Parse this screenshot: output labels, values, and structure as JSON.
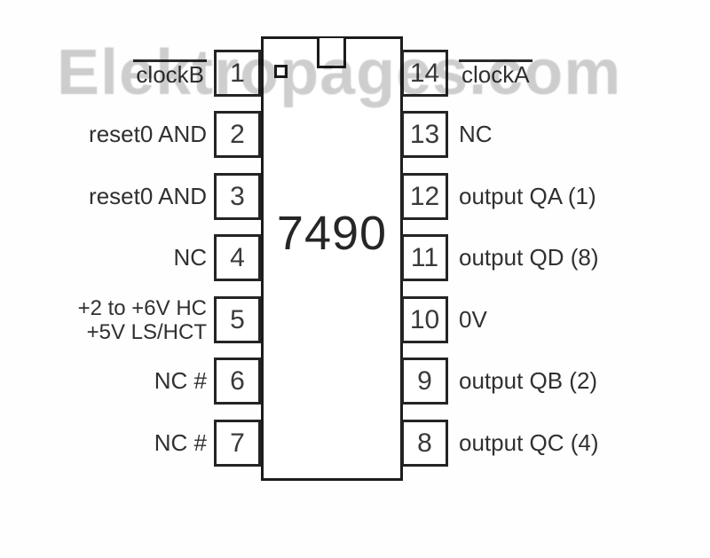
{
  "diagram_title": "7490",
  "watermark": "Elektropages.com",
  "chip": {
    "name": "7490"
  },
  "pins": {
    "left": [
      {
        "num": "1",
        "label": "clockB",
        "overline": true
      },
      {
        "num": "2",
        "label": "reset0 AND"
      },
      {
        "num": "3",
        "label": "reset0 AND"
      },
      {
        "num": "4",
        "label": "NC"
      },
      {
        "num": "5",
        "label": "+2 to +6V HC +5V LS/HCT",
        "lines": [
          "+2 to +6V HC",
          "+5V LS/HCT"
        ]
      },
      {
        "num": "6",
        "label": "NC #"
      },
      {
        "num": "7",
        "label": "NC #"
      }
    ],
    "right": [
      {
        "num": "14",
        "label": "clockA",
        "overline": true
      },
      {
        "num": "13",
        "label": "NC"
      },
      {
        "num": "12",
        "label": "output QA (1)"
      },
      {
        "num": "11",
        "label": "output QD (8)"
      },
      {
        "num": "10",
        "label": "0V"
      },
      {
        "num": "9",
        "label": "output QB (2)"
      },
      {
        "num": "8",
        "label": "output QC (4)"
      }
    ]
  },
  "colors": {
    "line": "#1c1c1c",
    "text": "#303030",
    "watermark": "#c6c6c6",
    "background": "#fefefe"
  }
}
